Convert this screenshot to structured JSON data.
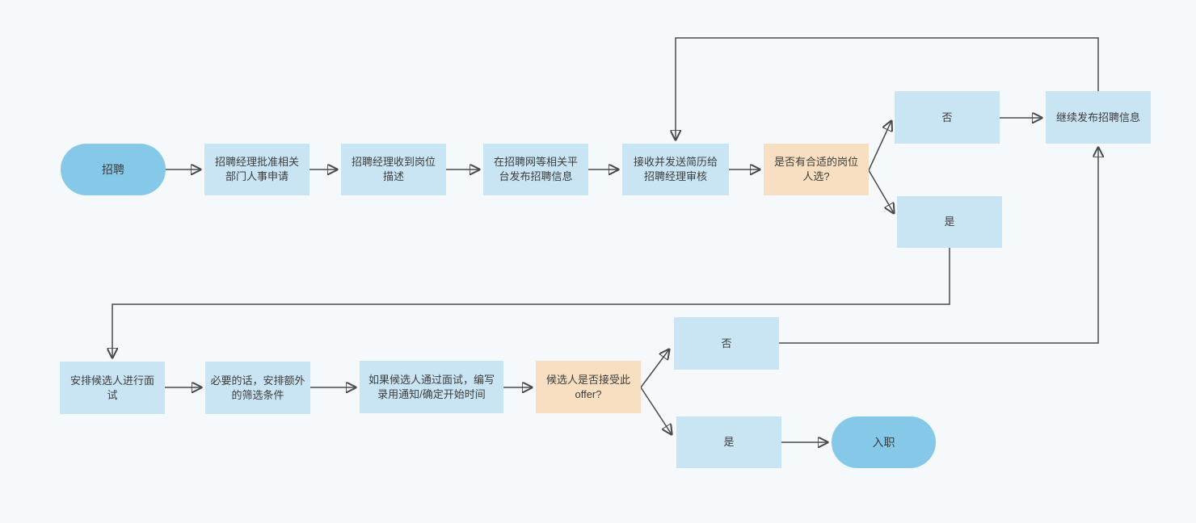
{
  "canvas": {
    "background": "#F6F9FB",
    "line_color": "#4A4A4A",
    "text_color": "#3D3D3D"
  },
  "palette": {
    "terminal_fill": "#85C8E8",
    "process_fill": "#C9E4F3",
    "decision_fill": "#F8DFC1"
  },
  "nodes": {
    "start": {
      "kind": "terminal",
      "label": "招聘"
    },
    "approve": {
      "kind": "process",
      "label": "招聘经理批准相关\n部门人事申请"
    },
    "receive_jd": {
      "kind": "process",
      "label": "招聘经理收到岗位\n描述"
    },
    "publish": {
      "kind": "process",
      "label": "在招聘网等相关平\n台发布招聘信息"
    },
    "forward_cv": {
      "kind": "process",
      "label": "接收并发送简历给\n招聘经理审核"
    },
    "fit_check": {
      "kind": "decision",
      "label": "是否有合适的岗位\n人选?"
    },
    "fit_no": {
      "kind": "process",
      "label": "否"
    },
    "continue_publish": {
      "kind": "process",
      "label": "继续发布招聘信息"
    },
    "fit_yes": {
      "kind": "process",
      "label": "是"
    },
    "interview": {
      "kind": "process",
      "label": "安排候选人进行面\n试"
    },
    "extra_screen": {
      "kind": "process",
      "label": "必要的话，安排额外\n的筛选条件"
    },
    "offer_letter": {
      "kind": "process",
      "label": "如果候选人通过面试，编写\n录用通知/确定开始时间"
    },
    "offer_check": {
      "kind": "decision",
      "label": "候选人是否接受此\noffer?"
    },
    "offer_no": {
      "kind": "process",
      "label": "否"
    },
    "offer_yes": {
      "kind": "process",
      "label": "是"
    },
    "onboard": {
      "kind": "terminal",
      "label": "入职"
    }
  },
  "edges": [
    {
      "from": "start",
      "to": "approve"
    },
    {
      "from": "approve",
      "to": "receive_jd"
    },
    {
      "from": "receive_jd",
      "to": "publish"
    },
    {
      "from": "publish",
      "to": "forward_cv"
    },
    {
      "from": "forward_cv",
      "to": "fit_check"
    },
    {
      "from": "fit_check",
      "to": "fit_no"
    },
    {
      "from": "fit_check",
      "to": "fit_yes"
    },
    {
      "from": "fit_no",
      "to": "continue_publish"
    },
    {
      "from": "continue_publish",
      "to": "forward_cv"
    },
    {
      "from": "fit_yes",
      "to": "interview"
    },
    {
      "from": "interview",
      "to": "extra_screen"
    },
    {
      "from": "extra_screen",
      "to": "offer_letter"
    },
    {
      "from": "offer_letter",
      "to": "offer_check"
    },
    {
      "from": "offer_check",
      "to": "offer_no"
    },
    {
      "from": "offer_check",
      "to": "offer_yes"
    },
    {
      "from": "offer_no",
      "to": "continue_publish"
    },
    {
      "from": "offer_yes",
      "to": "onboard"
    }
  ]
}
